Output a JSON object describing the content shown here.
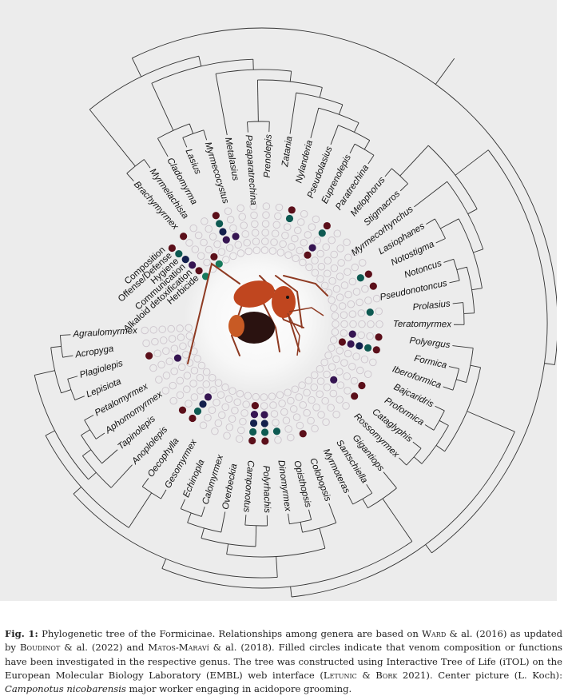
{
  "figure": {
    "legend": [
      {
        "label": "Composition",
        "color": "#5b0f1a"
      },
      {
        "label": "Offense/Defense",
        "color": "#0e5a52"
      },
      {
        "label": "Hygiene",
        "color": "#14204d"
      },
      {
        "label": "Communication",
        "color": "#361552"
      },
      {
        "label": "Alkaloid detoxification",
        "color": "#5b0f1a"
      },
      {
        "label": "Herbicide",
        "color": "#167a5c"
      }
    ],
    "empty_dot_color": "#cdc5cd",
    "genera": [
      {
        "name": "Brachymyrmex",
        "venom": [
          0
        ]
      },
      {
        "name": "Myrmelachista",
        "venom": [
          4,
          5
        ]
      },
      {
        "name": "Cladomyrma",
        "venom": []
      },
      {
        "name": "Lasius",
        "venom": [
          0,
          1,
          2,
          3
        ]
      },
      {
        "name": "Myrmecocystus",
        "venom": [
          3
        ]
      },
      {
        "name": "Metalasius",
        "venom": []
      },
      {
        "name": "Paraparatrechina",
        "venom": []
      },
      {
        "name": "Prenolepis",
        "venom": []
      },
      {
        "name": "Zatania",
        "venom": []
      },
      {
        "name": "Nylanderia",
        "venom": [
          0,
          1
        ]
      },
      {
        "name": "Pseudolasius",
        "venom": []
      },
      {
        "name": "Euprenolepis",
        "venom": []
      },
      {
        "name": "Paratrechina",
        "venom": [
          0,
          1,
          3,
          4
        ]
      },
      {
        "name": "Melophorus",
        "venom": []
      },
      {
        "name": "Stigmacros",
        "venom": []
      },
      {
        "name": "Myrmecorhynchus",
        "venom": []
      },
      {
        "name": "Lasiophanes",
        "venom": []
      },
      {
        "name": "Notostigma",
        "venom": [
          0,
          1
        ]
      },
      {
        "name": "Notoncus",
        "venom": [
          0
        ]
      },
      {
        "name": "Pseudonotoncus",
        "venom": []
      },
      {
        "name": "Prolasius",
        "venom": [
          1
        ]
      },
      {
        "name": "Teratomyrmex",
        "venom": []
      },
      {
        "name": "Polyergus",
        "venom": [
          0,
          3
        ]
      },
      {
        "name": "Formica",
        "venom": [
          0,
          1,
          2,
          3,
          4
        ]
      },
      {
        "name": "Iberoformica",
        "venom": []
      },
      {
        "name": "Bajcaridris",
        "venom": []
      },
      {
        "name": "Proformica",
        "venom": [
          0
        ]
      },
      {
        "name": "Cataglyphis",
        "venom": [
          0,
          3
        ]
      },
      {
        "name": "Rossomyrmex",
        "venom": []
      },
      {
        "name": "Gigantiops",
        "venom": []
      },
      {
        "name": "Santschiella",
        "venom": []
      },
      {
        "name": "Myrmoteras",
        "venom": []
      },
      {
        "name": "Colobopsis",
        "venom": [
          0
        ]
      },
      {
        "name": "Opisthopsis",
        "venom": []
      },
      {
        "name": "Dinomyrmex",
        "venom": [
          1
        ]
      },
      {
        "name": "Polyrhachis",
        "venom": [
          0,
          1,
          2,
          3
        ]
      },
      {
        "name": "Camponotus",
        "venom": [
          0,
          1,
          2,
          3,
          4
        ]
      },
      {
        "name": "Overbeckia",
        "venom": []
      },
      {
        "name": "Calomyrmex",
        "venom": []
      },
      {
        "name": "Echinopla",
        "venom": []
      },
      {
        "name": "Gesomyrmex",
        "venom": []
      },
      {
        "name": "Oecophylla",
        "venom": [
          0,
          1,
          2,
          3
        ]
      },
      {
        "name": "Anoplolepis",
        "venom": [
          0
        ]
      },
      {
        "name": "Tapinolepis",
        "venom": []
      },
      {
        "name": "Aphomomyrmex",
        "venom": []
      },
      {
        "name": "Petalomyrmex",
        "venom": []
      },
      {
        "name": "Lepisiota",
        "venom": [
          3
        ]
      },
      {
        "name": "Plagiolepis",
        "venom": [
          0
        ]
      },
      {
        "name": "Acropyga",
        "venom": []
      },
      {
        "name": "Agraulomyrmex",
        "venom": []
      }
    ],
    "tree": [
      [
        [
          "Brachymyrmex",
          "Myrmelachista"
        ],
        [
          [
            "Cladomyrma",
            [
              "Lasius",
              "Myrmecocystus"
            ]
          ],
          [
            "Metalasius",
            [
              [
                "Paraparatrechina",
                "Prenolepis"
              ],
              [
                "Zatania",
                [
                  "Nylanderia",
                  [
                    "Pseudolasius",
                    [
                      "Euprenolepis",
                      "Paratrechina"
                    ]
                  ]
                ]
              ]
            ]
          ]
        ]
      ],
      [
        [
          [
            "Melophorus",
            "Stigmacros"
          ],
          [
            "Myrmecorhynchus",
            [
              [
                "Lasiophanes",
                "Notostigma"
              ],
              [
                [
                  "Notoncus",
                  "Pseudonotoncus"
                ],
                [
                  "Prolasius",
                  "Teratomyrmex"
                ]
              ]
            ]
          ]
        ],
        [
          [
            [
              "Polyergus",
              [
                "Formica",
                "Iberoformica"
              ]
            ],
            [
              [
                "Bajcaridris",
                "Proformica"
              ],
              [
                "Cataglyphis",
                "Rossomyrmex"
              ]
            ]
          ],
          [
            [
              "Gigantiops",
              [
                "Santschiella",
                "Myrmoteras"
              ]
            ],
            [
              [
                [
                  "Colobopsis",
                  [
                    "Opisthopsis",
                    "Dinomyrmex"
                  ]
                ],
                [
                  [
                    "Polyrhachis",
                    "Camponotus"
                  ],
                  [
                    "Overbeckia",
                    [
                      "Calomyrmex",
                      "Echinopla"
                    ]
                  ]
                ]
              ],
              [
                [
                  "Gesomyrmex",
                  "Oecophylla"
                ],
                [
                  [
                    "Anoplolepis",
                    [
                      "Tapinolepis",
                      [
                        "Aphomomyrmex",
                        "Petalomyrmex"
                      ]
                    ]
                  ],
                  [
                    [
                      "Lepisiota",
                      "Plagiolepis"
                    ],
                    [
                      "Acropyga",
                      "Agraulomyrmex"
                    ]
                  ]
                ]
              ]
            ]
          ]
        ]
      ]
    ],
    "ant_colors": {
      "body": "#c0461f",
      "gaster": "#2a1210",
      "legs": "#8e3a22"
    }
  },
  "caption": [
    {
      "t": "Fig. 1:",
      "s": "bf"
    },
    {
      "t": " Phylogenetic tree of the Formicinae. Relationships among genera are based on ",
      "s": ""
    },
    {
      "t": "Ward",
      "s": "sc"
    },
    {
      "t": " & al. (2016) as updated by ",
      "s": ""
    },
    {
      "t": "Boudinot",
      "s": "sc"
    },
    {
      "t": " & al. (2022) and ",
      "s": ""
    },
    {
      "t": "Matos-Maraví",
      "s": "sc"
    },
    {
      "t": " & al. (2018). Filled circles indicate that venom composition or functions have been investigated in the respective genus. The tree was constructed using Interactive Tree of Life (iTOL) on the European Molecular Biology Laboratory (EMBL) web interface (",
      "s": ""
    },
    {
      "t": "Letunic & Bork",
      "s": "sc"
    },
    {
      "t": " 2021). Center picture (L. Koch): ",
      "s": ""
    },
    {
      "t": "Camponotus nicobarensis",
      "s": "it"
    },
    {
      "t": " major worker engaging in acidopore grooming.",
      "s": ""
    }
  ]
}
